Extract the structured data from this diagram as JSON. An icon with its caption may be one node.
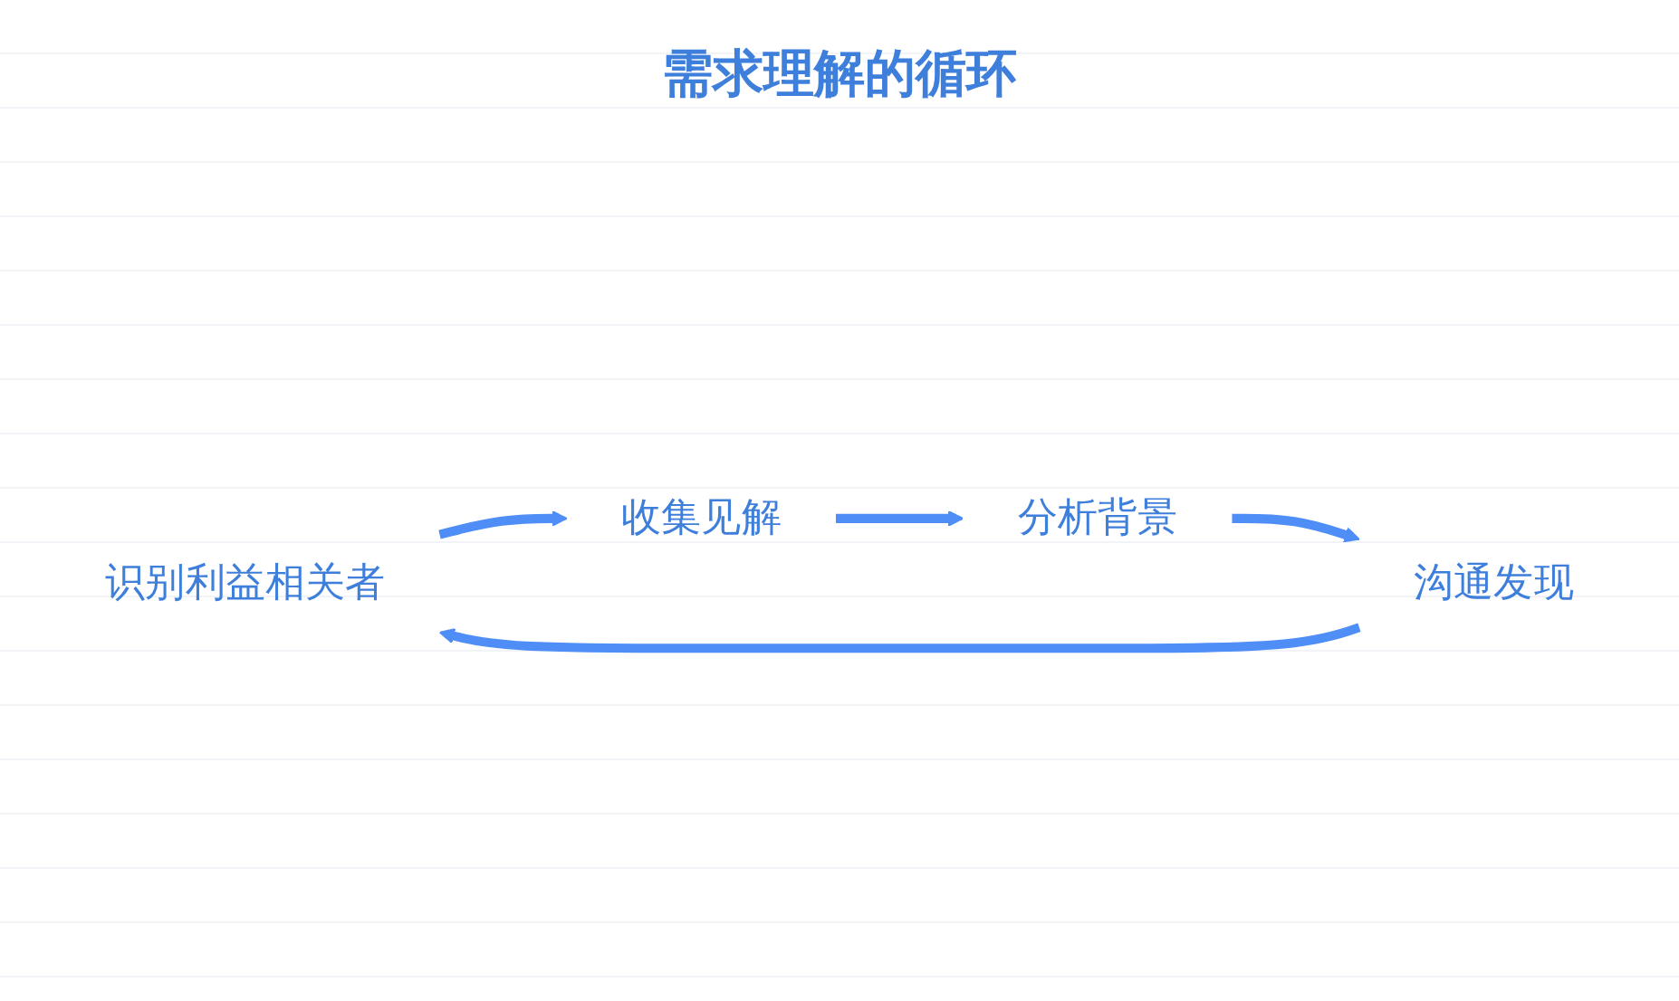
{
  "diagram": {
    "title": "需求理解的循环",
    "nodes": [
      {
        "text": [
          "识别利益相关者"
        ]
      },
      {
        "text": [
          "收集见解"
        ]
      },
      {
        "text": [
          "分析背景"
        ]
      },
      {
        "text": [
          "沟通发现"
        ]
      }
    ],
    "edges": [
      {
        "from": 0,
        "to": 1,
        "arrow": "to"
      },
      {
        "from": 1,
        "to": 2,
        "arrow": "to"
      },
      {
        "from": 2,
        "to": 3,
        "arrow": "to"
      },
      {
        "from": 3,
        "to": 0,
        "arrow": "to"
      }
    ]
  }
}
